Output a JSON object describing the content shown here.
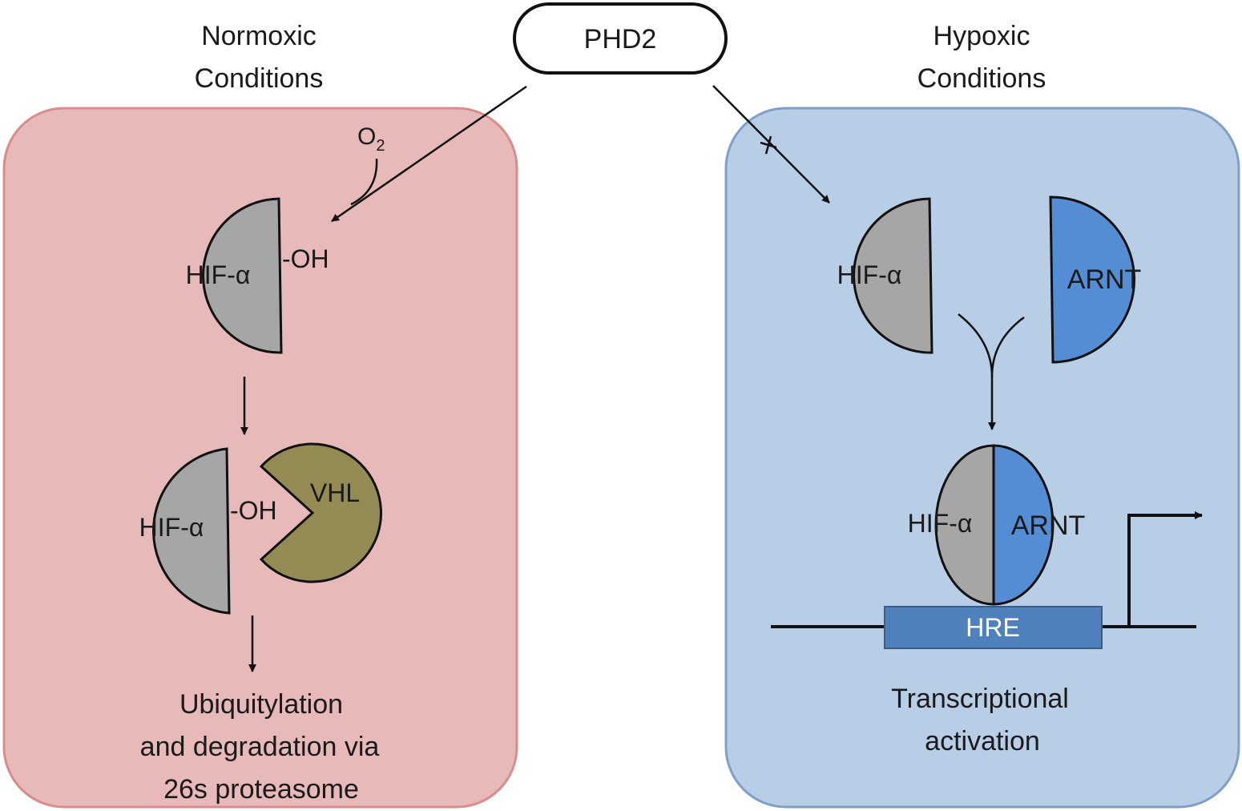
{
  "phd2": {
    "label": "PHD2"
  },
  "normoxic": {
    "title_line1": "Normoxic",
    "title_line2": "Conditions",
    "o2_label": "O",
    "o2_subscript": "2",
    "hif_top": "HIF-α",
    "oh_top": "-OH",
    "hif_bottom": "HIF-α",
    "oh_bottom": "-OH",
    "vhl": "VHL",
    "outcome_line1": "Ubiquitylation",
    "outcome_line2": "and degradation via",
    "outcome_line3": "26s proteasome"
  },
  "hypoxic": {
    "title_line1": "Hypoxic",
    "title_line2": "Conditions",
    "hif_top": "HIF-α",
    "arnt_top": "ARNT",
    "hif_complex": "HIF-α",
    "arnt_complex": "ARNT",
    "hre": "HRE",
    "outcome_line1": "Transcriptional",
    "outcome_line2": "activation"
  },
  "colors": {
    "normoxic_panel": "#e8b9b9",
    "normoxic_border": "#d98c8c",
    "hypoxic_panel": "#b8cde6",
    "hypoxic_border": "#7f9fc8",
    "hif": "#a6a6a6",
    "arnt": "#548dd4",
    "vhl": "#948a54",
    "hre": "#4f81bd"
  }
}
